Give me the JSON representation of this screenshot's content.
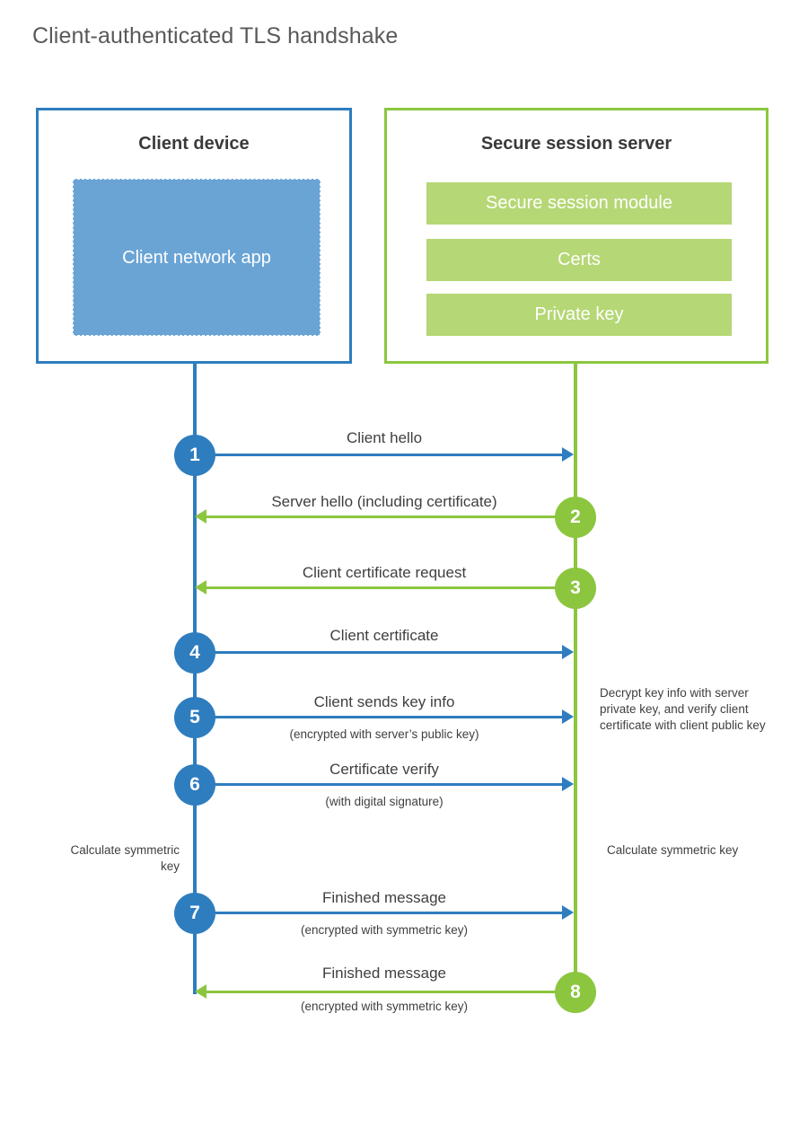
{
  "diagram": {
    "title": "Client-authenticated TLS handshake",
    "colors": {
      "client_blue": "#2E7DBF",
      "client_app_fill": "#6AA4D5",
      "server_green": "#8CC63F",
      "server_bar_fill": "#B5D775",
      "text": "#3f3f3f",
      "title_text": "#595959"
    }
  },
  "actors": {
    "client": {
      "title": "Client device",
      "app_label": "Client network app"
    },
    "server": {
      "title": "Secure session server",
      "components": [
        "Secure session module",
        "Certs",
        "Private key"
      ]
    }
  },
  "steps": [
    {
      "number": "1",
      "label": "Client hello",
      "sub": "",
      "direction": "client-to-server",
      "side": "client"
    },
    {
      "number": "2",
      "label": "Server hello (including certificate)",
      "sub": "",
      "direction": "server-to-client",
      "side": "server"
    },
    {
      "number": "3",
      "label": "Client certificate request",
      "sub": "",
      "direction": "server-to-client",
      "side": "server"
    },
    {
      "number": "4",
      "label": "Client certificate",
      "sub": "",
      "direction": "client-to-server",
      "side": "client"
    },
    {
      "number": "5",
      "label": "Client sends key info",
      "sub": "(encrypted with server’s public key)",
      "direction": "client-to-server",
      "side": "client"
    },
    {
      "number": "6",
      "label": "Certificate verify",
      "sub": "(with digital signature)",
      "direction": "client-to-server",
      "side": "client"
    },
    {
      "number": "7",
      "label": "Finished message",
      "sub": "(encrypted with symmetric key)",
      "direction": "client-to-server",
      "side": "client"
    },
    {
      "number": "8",
      "label": "Finished message",
      "sub": "(encrypted with symmetric key)",
      "direction": "server-to-client",
      "side": "server"
    }
  ],
  "notes": {
    "server_decrypt": "Decrypt key info with server private key, and verify client certificate with client public key",
    "client_calc": "Calculate symmetric key",
    "server_calc": "Calculate symmetric key"
  }
}
